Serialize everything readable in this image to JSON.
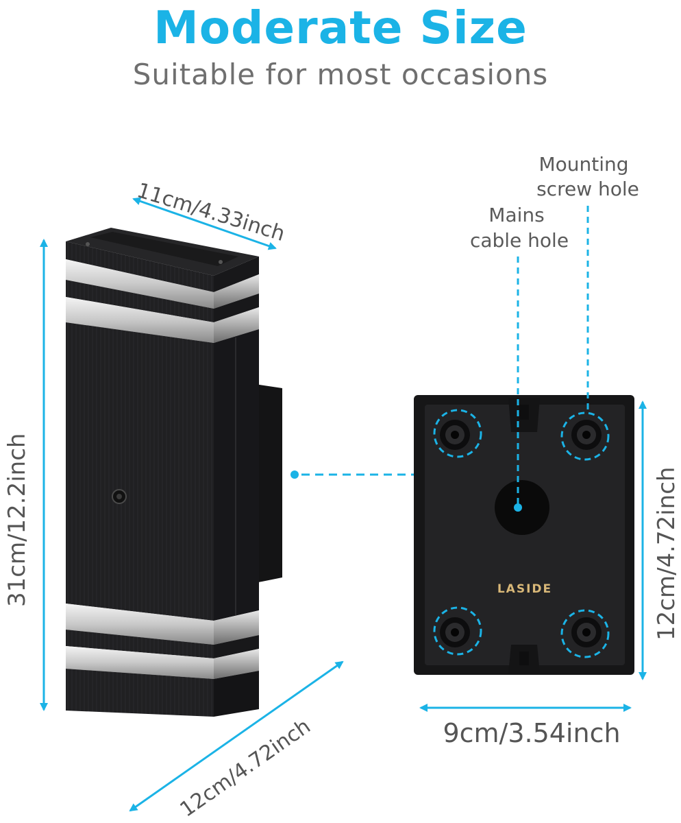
{
  "header": {
    "title": "Moderate Size",
    "subtitle": "Suitable for most occasions"
  },
  "lamp": {
    "width_label": "11cm/4.33inch",
    "height_label": "31cm/12.2inch",
    "depth_label": "12cm/4.72inch"
  },
  "mount_plate": {
    "brand": "LASIDE",
    "mounting_hole_label_line1": "Mounting",
    "mounting_hole_label_line2": "screw hole",
    "cable_hole_label_line1": "Mains",
    "cable_hole_label_line2": "cable hole",
    "width_label": "9cm/3.54inch",
    "height_label": "12cm/4.72inch"
  },
  "colors": {
    "accent": "#1bb3e6",
    "subtitle": "#6f6f6f",
    "fixture": "#1f1f21",
    "brand_text": "#d9b878"
  }
}
